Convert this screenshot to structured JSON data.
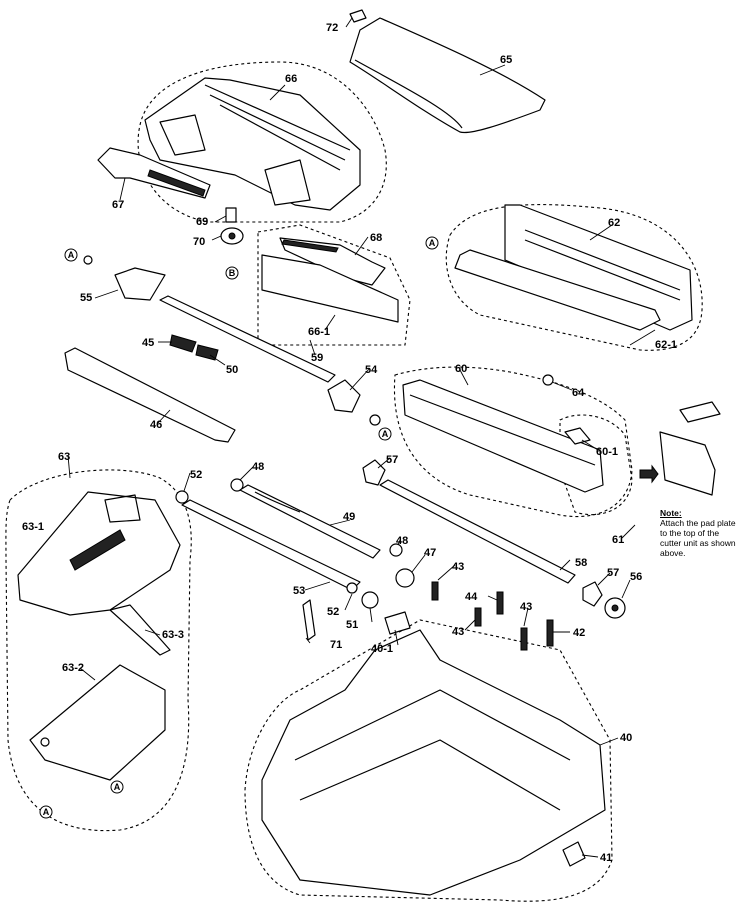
{
  "callouts": {
    "c72": "72",
    "c65": "65",
    "c66": "66",
    "c67": "67",
    "c69": "69",
    "c70": "70",
    "c68": "68",
    "c62": "62",
    "c62_1": "62-1",
    "c55": "55",
    "c66_1": "66-1",
    "c45": "45",
    "c50": "50",
    "c59": "59",
    "c54": "54",
    "c46": "46",
    "c60": "60",
    "c64": "64",
    "c60_1": "60-1",
    "c61": "61",
    "c57a": "57",
    "c63": "63",
    "c63_1": "63-1",
    "c52a": "52",
    "c48a": "48",
    "c49": "49",
    "c48b": "48",
    "c47": "47",
    "c43a": "43",
    "c58": "58",
    "c57b": "57",
    "c56": "56",
    "c44": "44",
    "c43b": "43",
    "c43c": "43",
    "c42": "42",
    "c53": "53",
    "c52b": "52",
    "c51": "51",
    "c63_3": "63-3",
    "c71": "71",
    "c40_1": "40-1",
    "c63_2": "63-2",
    "c40": "40",
    "c41": "41"
  },
  "ref_letters": {
    "a": "A",
    "b": "B"
  },
  "note": {
    "title": "Note:",
    "body": "Attach the pad plate to the top of the cutter unit as shown above."
  }
}
